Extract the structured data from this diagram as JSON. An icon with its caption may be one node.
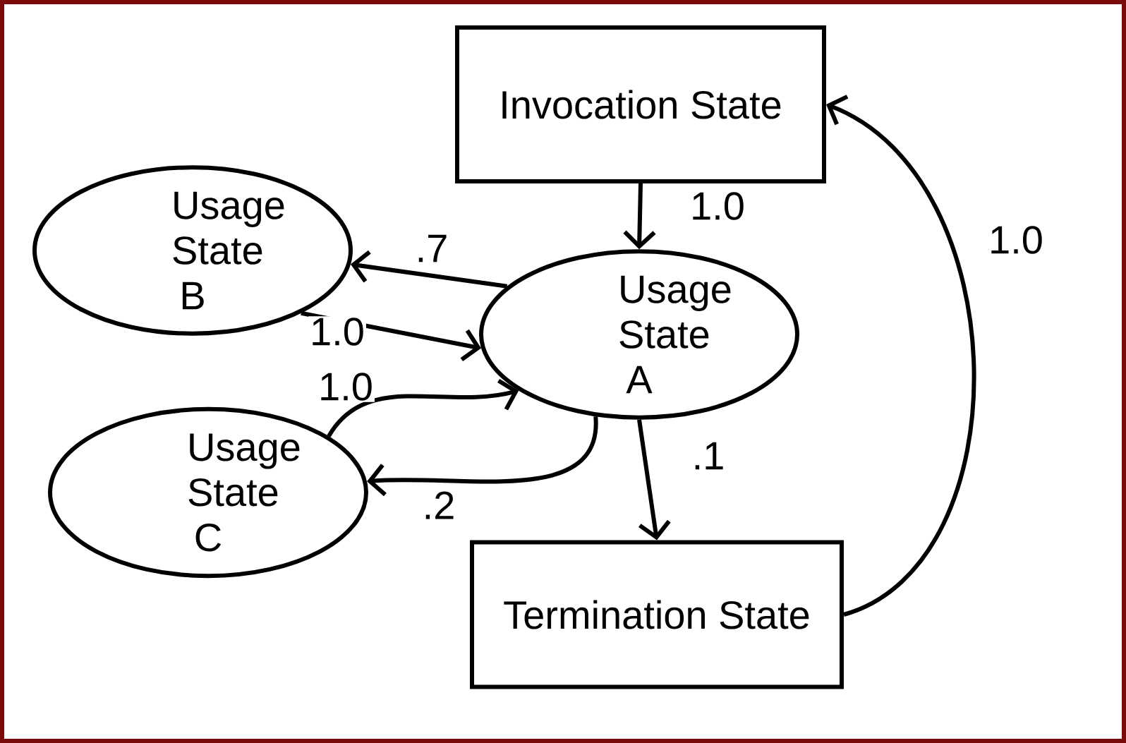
{
  "diagram": {
    "nodes": [
      {
        "text": [
          "Invocation State"
        ]
      },
      {
        "text": [
          "Usage State B"
        ]
      },
      {
        "text": [
          "Usage State A"
        ]
      },
      {
        "text": [
          "Usage State C"
        ]
      },
      {
        "text": [
          "Termination State"
        ]
      }
    ],
    "edges": [
      {
        "from": 0,
        "to": 2,
        "arrow": "to",
        "label": "1.0"
      },
      {
        "from": 2,
        "to": 1,
        "arrow": "to",
        "label": ".7"
      },
      {
        "from": 1,
        "to": 2,
        "arrow": "to",
        "label": "1.0"
      },
      {
        "from": 3,
        "to": 2,
        "arrow": "to",
        "label": "1.0"
      },
      {
        "from": 2,
        "to": 3,
        "arrow": "to",
        "label": ".2"
      },
      {
        "from": 2,
        "to": 4,
        "arrow": "to",
        "label": ".1"
      },
      {
        "from": 4,
        "to": 0,
        "arrow": "to",
        "label": "1.0"
      }
    ]
  }
}
